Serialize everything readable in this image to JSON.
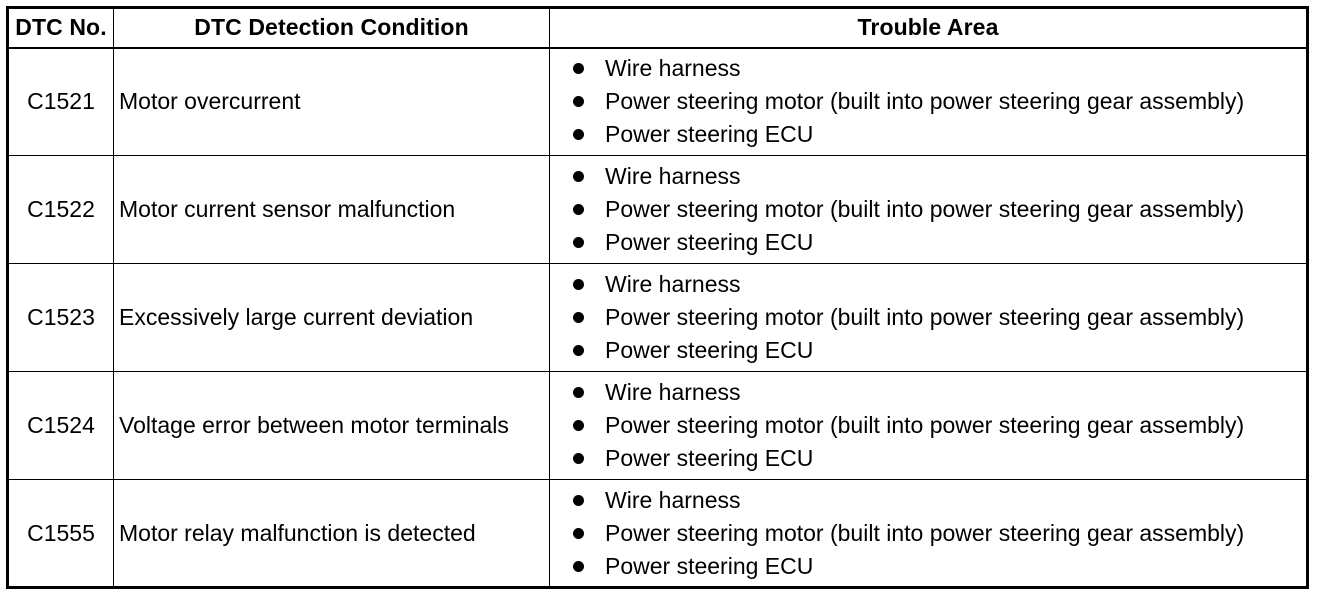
{
  "table": {
    "headers": {
      "dtc_no": "DTC No.",
      "condition": "DTC Detection Condition",
      "trouble_area": "Trouble Area"
    },
    "rows": [
      {
        "dtc": "C1521",
        "condition": "Motor overcurrent",
        "areas": [
          "Wire harness",
          "Power steering motor (built into power steering gear assembly)",
          "Power steering ECU"
        ]
      },
      {
        "dtc": "C1522",
        "condition": "Motor current sensor malfunction",
        "areas": [
          "Wire harness",
          "Power steering motor (built into power steering gear assembly)",
          "Power steering ECU"
        ]
      },
      {
        "dtc": "C1523",
        "condition": "Excessively large current deviation",
        "areas": [
          "Wire harness",
          "Power steering motor (built into power steering gear assembly)",
          "Power steering ECU"
        ]
      },
      {
        "dtc": "C1524",
        "condition": "Voltage error between motor terminals",
        "areas": [
          "Wire harness",
          "Power steering motor (built into power steering gear assembly)",
          "Power steering ECU"
        ]
      },
      {
        "dtc": "C1555",
        "condition": "Motor relay malfunction is detected",
        "areas": [
          "Wire harness",
          "Power steering motor (built into power steering gear assembly)",
          "Power steering ECU"
        ]
      }
    ]
  }
}
